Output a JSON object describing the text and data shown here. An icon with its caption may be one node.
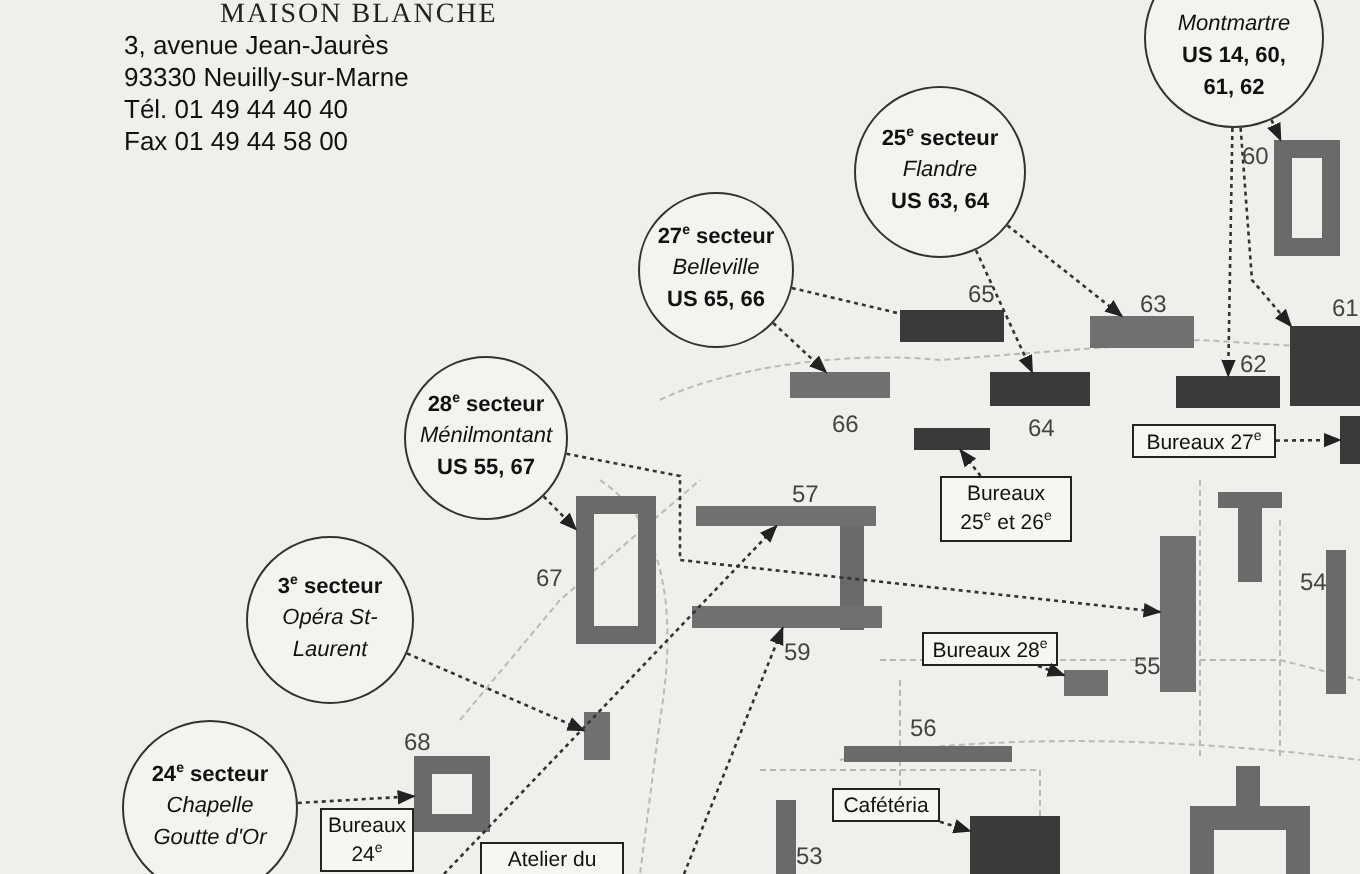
{
  "diagram": {
    "title": "MAISON BLANCHE",
    "nodes": [
      {
        "text": [
          "Montmartre",
          "US 14, 60, 61, 62"
        ]
      },
      {
        "text": [
          "25$^{e}$ secteur",
          "Flandre",
          "US 63, 64"
        ]
      },
      {
        "text": [
          "27$^{e}$ secteur",
          "Belleville",
          "US 65, 66"
        ]
      },
      {
        "text": [
          "28$^{e}$ secteur",
          "Ménilmontant",
          "US 55, 67"
        ]
      },
      {
        "text": [
          "3$^{e}$ secteur",
          "Opéra St-Laurent"
        ]
      },
      {
        "text": [
          "24$^{e}$ secteur",
          "Chapelle Goutte d'Or"
        ]
      },
      {
        "text": [
          "Bureaux 27$^{e}$"
        ]
      },
      {
        "text": [
          "Bureaux 25$^{e}$ et 26$^{e}$"
        ]
      },
      {
        "text": [
          "Bureaux 28$^{e}$"
        ]
      },
      {
        "text": [
          "Bureaux 24$^{e}$"
        ]
      },
      {
        "text": [
          "Atelier du"
        ]
      },
      {
        "text": [
          "Cafétéria"
        ]
      },
      {
        "text": [],
        "shape": "box"
      },
      {
        "text": [],
        "shape": "bar"
      },
      {
        "text": [],
        "shape": "bar"
      },
      {
        "text": [],
        "shape": "bar"
      },
      {
        "text": [],
        "shape": "bar"
      },
      {
        "text": [],
        "shape": "bar"
      },
      {
        "text": [],
        "shape": "bar"
      },
      {
        "text": [],
        "shape": "bar"
      },
      {
        "text": [],
        "shape": "bar"
      },
      {
        "text": [],
        "shape": "box"
      },
      {
        "text": [],
        "shape": "bar"
      },
      {
        "text": [],
        "shape": "bar"
      },
      {
        "text": [],
        "shape": "bar"
      },
      {
        "text": [],
        "shape": "box"
      },
      {
        "text": [],
        "shape": "bar"
      },
      {
        "text": [],
        "shape": "bar"
      },
      {
        "text": [],
        "shape": "bar"
      }
    ],
    "edges": [
      {
        "from": 0,
        "to": 12,
        "arrow": "to"
      },
      {
        "from": 0,
        "to": 13,
        "arrow": "to"
      },
      {
        "from": 0,
        "to": 14,
        "arrow": "to"
      },
      {
        "from": 1,
        "to": 16,
        "arrow": "to"
      },
      {
        "from": 1,
        "to": 15,
        "arrow": "to"
      },
      {
        "from": 2,
        "to": 18,
        "arrow": "to"
      },
      {
        "from": 2,
        "to": 17,
        "arrow": "none"
      },
      {
        "from": 3,
        "to": 21,
        "arrow": "to"
      },
      {
        "from": 3,
        "to": 22,
        "arrow": "to"
      },
      {
        "from": 4,
        "to": 24,
        "arrow": "to"
      },
      {
        "from": 5,
        "to": 25,
        "arrow": "to"
      },
      {
        "from": 6,
        "to": 20,
        "arrow": "to"
      },
      {
        "from": 7,
        "to": 19,
        "arrow": "to"
      },
      {
        "from": 8,
        "to": 23,
        "arrow": "to"
      },
      {
        "from": 11,
        "to": 28,
        "arrow": "to"
      },
      {
        "from": null,
        "to": 26,
        "arrow": "to"
      },
      {
        "from": null,
        "to": 27,
        "arrow": "to"
      }
    ],
    "labels": [
      "3, avenue Jean-Jaurès",
      "93330 Neuilly-sur-Marne",
      "Tél. 01 49 44 40 40",
      "Fax 01 49 44 58 00",
      "60",
      "61",
      "62",
      "63",
      "64",
      "65",
      "66",
      "57",
      "67",
      "55",
      "59",
      "68",
      "56",
      "53",
      "54"
    ]
  }
}
